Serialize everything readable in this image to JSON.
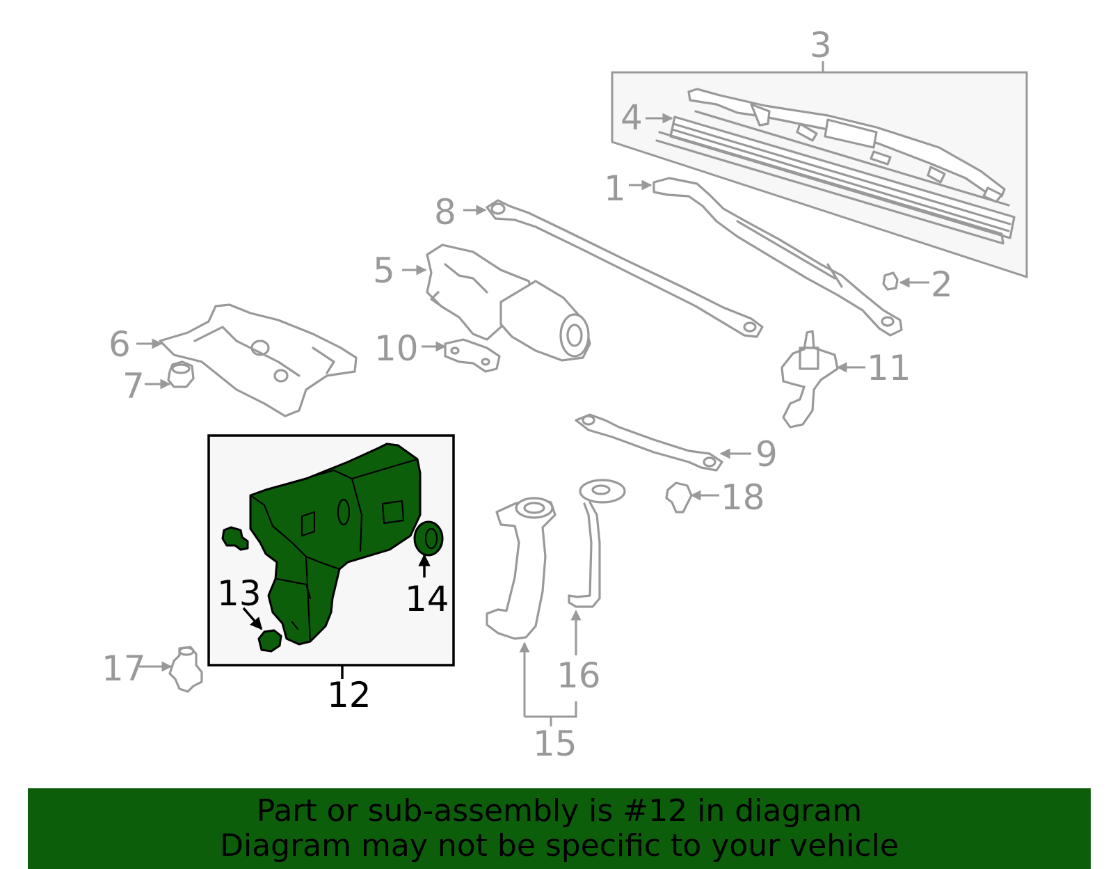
{
  "colors": {
    "highlight": "#0d5e0a",
    "part_stroke": "#999999",
    "frame_fill": "#f7f7f7",
    "banner_bg": "#0d5e0a",
    "text_dark": "#000000"
  },
  "callouts": {
    "c1": "1",
    "c2": "2",
    "c3": "3",
    "c4": "4",
    "c5": "5",
    "c6": "6",
    "c7": "7",
    "c8": "8",
    "c9": "9",
    "c10": "10",
    "c11": "11",
    "c12": "12",
    "c13": "13",
    "c14": "14",
    "c15": "15",
    "c16": "16",
    "c17": "17",
    "c18": "18"
  },
  "banner": {
    "line1": "Part or sub-assembly is #12 in diagram",
    "line2": "Diagram may not be specific to your vehicle"
  }
}
